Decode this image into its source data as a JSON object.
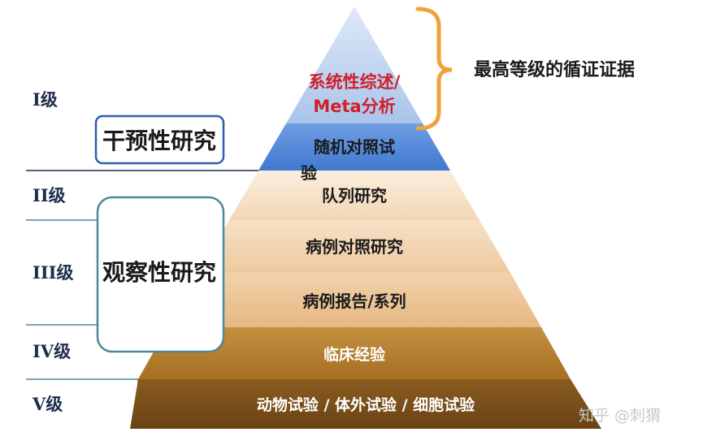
{
  "levels": {
    "level1": "I级",
    "level2": "II级",
    "level3": "III级",
    "level4": "IV级",
    "level5": "V级"
  },
  "pyramid": {
    "tier_top_line1": "系统性综述/",
    "tier_top_line2": "Meta分析",
    "tier_rct_line1": "随机对照试",
    "tier_rct_line2": "验",
    "tier_cohort": "队列研究",
    "tier_case_control": "病例对照研究",
    "tier_case_report": "病例报告/系列",
    "tier_clinical": "临床经验",
    "tier_animal": "动物试验 / 体外试验 / 细胞试验"
  },
  "boxes": {
    "interventional": "干预性研究",
    "observational": "观察性研究"
  },
  "brace_label": "最高等级的循证证据",
  "watermark": "知乎 @刺猬",
  "colors": {
    "top_tier": "#a9c4ea",
    "rct_tier": "#4f86d8",
    "cohort_tier": "#f6dfc5",
    "case_control_tier": "#f1d2ae",
    "case_report_tier": "#ebc394",
    "clinical_tier": "#b8812f",
    "animal_tier": "#7a4f19",
    "brace": "#f0a23c",
    "box_border": "#4a8a9a",
    "top_text": "#d0202a"
  }
}
